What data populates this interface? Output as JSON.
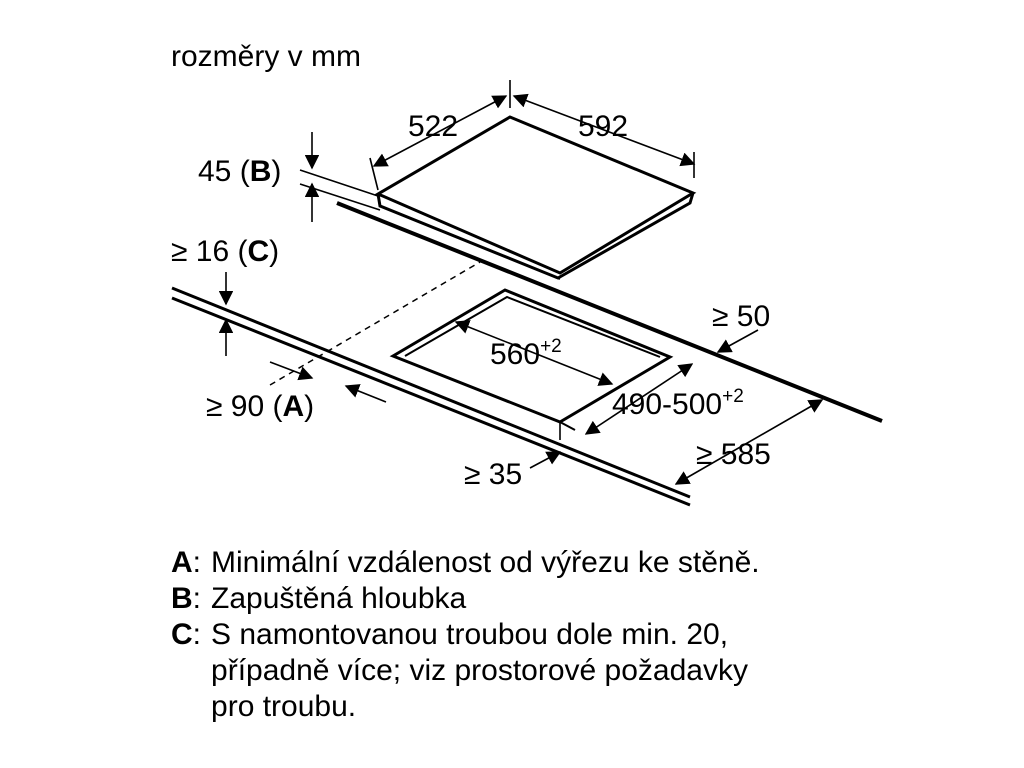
{
  "header": {
    "units": "rozměry v mm"
  },
  "dims": {
    "hob_depth": "522",
    "hob_width": "592",
    "hob_height": "45 (",
    "hob_height_key": "B",
    "hob_height_close": ")",
    "offset_front": "≥ 16 (",
    "offset_front_key": "C",
    "offset_front_close": ")",
    "back_min": "≥ 50",
    "cutout_width": "560",
    "cutout_width_tol": "+2",
    "cutout_depth": "490-500",
    "cutout_depth_tol": "+2",
    "wall_distance": "≥ 90 (",
    "wall_distance_key": "A",
    "wall_distance_close": ")",
    "front_min": "≥ 35",
    "worktop_depth": "≥ 585"
  },
  "legend": [
    {
      "key": "A",
      "text": "Minimální vzdálenost od výřezu ke stěně."
    },
    {
      "key": "B",
      "text": "Zapuštěná hloubka"
    },
    {
      "key": "C",
      "text": "S namontovanou troubou dole min. 20,\npřípadně více; viz prostorové požadavky\npro troubu."
    }
  ]
}
